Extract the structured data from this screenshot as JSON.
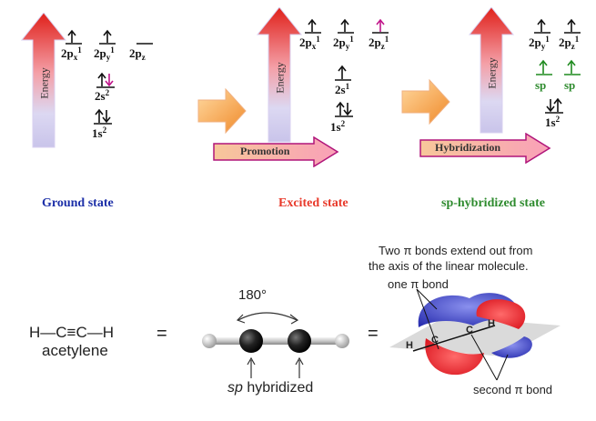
{
  "colors": {
    "ground": "#1c2fa8",
    "excited": "#e8392a",
    "hybrid": "#2e8b2e",
    "arrow_red": "#e8392a",
    "arrow_purple": "#c0158a",
    "arrow_green": "#1f8a1f"
  },
  "energy_label": "Energy",
  "ground": {
    "title": "Ground state",
    "px": "2p",
    "px_sub": "x",
    "px_sup": "1",
    "py": "2p",
    "py_sub": "y",
    "py_sup": "1",
    "pz": "2p",
    "pz_sub": "z",
    "s2": "2s",
    "s2_sup": "2",
    "s1": "1s",
    "s1_sup": "2"
  },
  "excited": {
    "title": "Excited state",
    "px": "2p",
    "px_sub": "x",
    "px_sup": "1",
    "py": "2p",
    "py_sub": "y",
    "py_sup": "1",
    "pz": "2p",
    "pz_sub": "z",
    "pz_sup": "1",
    "s2": "2s",
    "s2_sup": "1",
    "s1": "1s",
    "s1_sup": "2",
    "promotion": "Promotion"
  },
  "hybrid": {
    "title": "sp-hybridized state",
    "py": "2p",
    "py_sub": "y",
    "py_sup": "1",
    "pz": "2p",
    "pz_sub": "z",
    "pz_sup": "1",
    "sp_a": "sp",
    "sp_b": "sp",
    "s1": "1s",
    "s1_sup": "2",
    "hybridization": "Hybridization"
  },
  "bottom": {
    "formula": "H—C≡C—H",
    "molecule": "acetylene",
    "equals_1": "=",
    "equals_2": "=",
    "angle": "180°",
    "sp_word": "sp",
    "hybridized_word": " hybridized",
    "caption_line1": "Two π bonds extend out from",
    "caption_line2": "the axis of the linear molecule.",
    "one_bond": "one π bond",
    "second_bond": "second π bond",
    "atom_h1": "H",
    "atom_c1": "C",
    "atom_c2": "C",
    "atom_h2": "H"
  }
}
